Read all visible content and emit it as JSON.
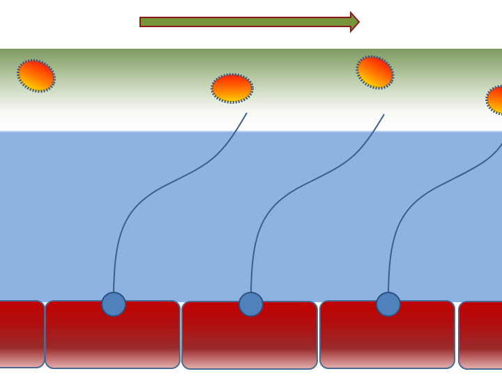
{
  "diagram": {
    "flow_arrow": {
      "direction": "right",
      "fill": "#77933c",
      "stroke": "#8b1a1a"
    },
    "colors": {
      "mucus_top": "#7d9a5f",
      "fluid": "#8db3e2",
      "cell_top": "#c00000",
      "cell_bottom": "#e6b0b0",
      "cell_border": "#4a6a94",
      "anchor": "#4f81bd",
      "tether": "#3a5f8e",
      "bacterium_core": "#ff2000",
      "bacterium_edge": "#ffd400",
      "bacterium_rim": "#3c5a80"
    },
    "cell_count": 5,
    "tethered_bacteria": 3,
    "free_bacteria": 1
  }
}
